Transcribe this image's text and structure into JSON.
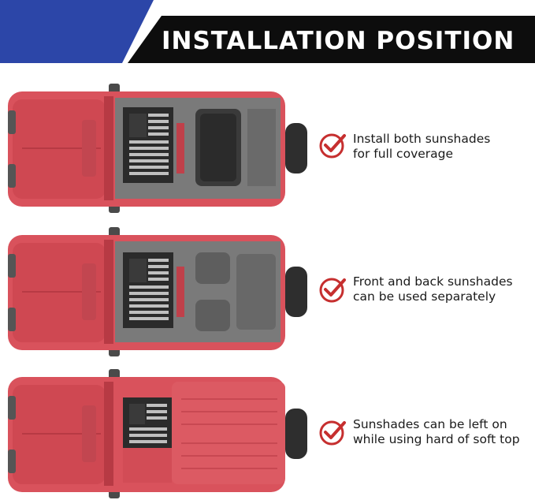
{
  "header": {
    "title": "INSTALLATION POSITION"
  },
  "colors": {
    "body_red": "#d9525c",
    "body_red_dark": "#b73a44",
    "cabin_gray": "#7a7a7a",
    "shade_black": "#2b2b2b",
    "header_black": "#0d0d0d",
    "header_blue": "#2c46a8",
    "check_red": "#c62f2f"
  },
  "rows": [
    {
      "variant": "full-roof",
      "lines": [
        "Install both sunshades",
        "for full coverage"
      ]
    },
    {
      "variant": "front-only",
      "lines": [
        "Front and back sunshades",
        "can be used separately"
      ]
    },
    {
      "variant": "hard-top",
      "lines": [
        "Sunshades can be left on",
        "while using hard of soft top"
      ]
    }
  ]
}
